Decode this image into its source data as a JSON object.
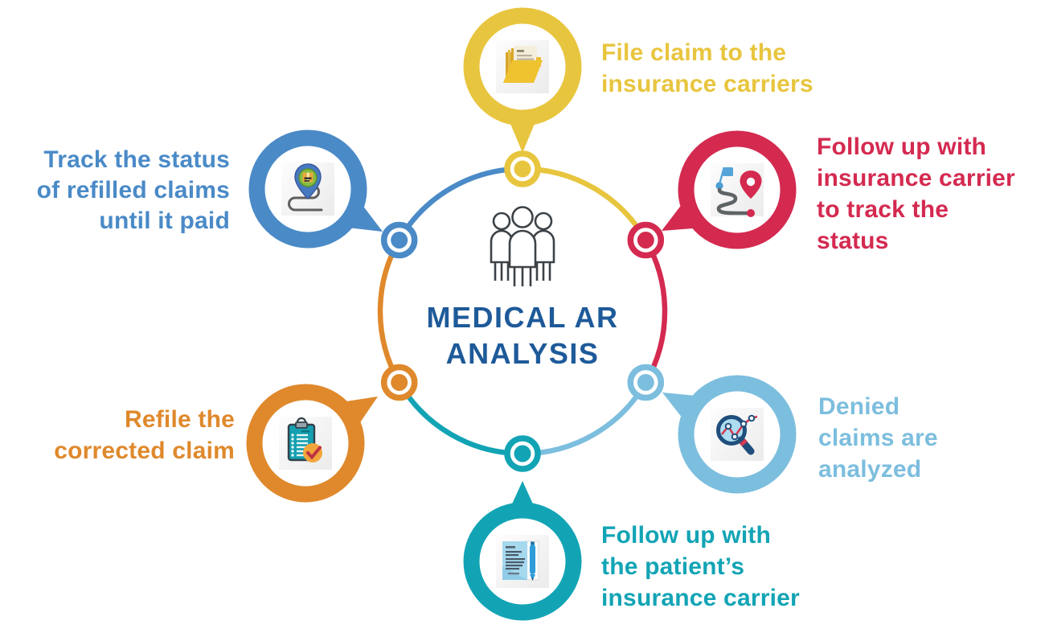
{
  "title": {
    "text": "MEDICAL AR\nANALYSIS"
  },
  "palette": {
    "yellow": "#E8C53E",
    "red": "#D42A50",
    "light_blue": "#7CBEDE",
    "teal": "#12A4B5",
    "orange": "#DF892C",
    "blue": "#4A8AC7",
    "title_blue": "#1E5A99",
    "people_gray": "#3C4247"
  },
  "steps": [
    {
      "id": "file-claim",
      "label": "File claim to the\ninsurance carriers",
      "color": "#E8C53E",
      "icon": "folder-documents-icon",
      "position": "top"
    },
    {
      "id": "follow-up-insurance",
      "label": "Follow up with\ninsurance carrier\nto track the\nstatus",
      "color": "#D42A50",
      "icon": "route-destination-icon",
      "position": "top-right"
    },
    {
      "id": "denied-analyzed",
      "label": "Denied\nclaims are\nanalyzed",
      "color": "#7CBEDE",
      "icon": "magnifier-chart-icon",
      "position": "bottom-right"
    },
    {
      "id": "follow-up-patient",
      "label": "Follow up with\nthe patient’s\ninsurance carrier",
      "color": "#12A4B5",
      "icon": "document-pen-icon",
      "position": "bottom"
    },
    {
      "id": "refile-claim",
      "label": "Refile the\ncorrected claim",
      "color": "#DF892C",
      "icon": "clipboard-check-icon",
      "position": "bottom-left"
    },
    {
      "id": "track-status",
      "label": "Track the status\nof refilled claims\nuntil it paid",
      "color": "#4A8AC7",
      "icon": "package-location-pin-icon",
      "position": "top-left"
    }
  ]
}
